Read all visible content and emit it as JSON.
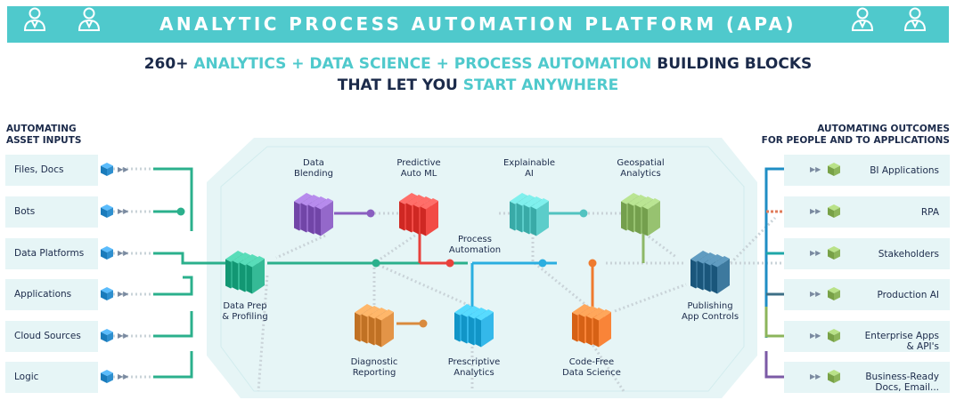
{
  "banner": {
    "title": "ANALYTIC PROCESS AUTOMATION PLATFORM (APA)"
  },
  "headline": {
    "line1_a": "260+ ",
    "line1_b": "ANALYTICS + DATA SCIENCE + PROCESS AUTOMATION",
    "line1_c": " BUILDING BLOCKS",
    "line2_a": "THAT LET YOU ",
    "line2_b": "START ANYWHERE"
  },
  "inputs": {
    "heading_line1": "AUTOMATING",
    "heading_line2": "ASSET INPUTS",
    "items": [
      "Files, Docs",
      "Bots",
      "Data Platforms",
      "Applications",
      "Cloud Sources",
      "Logic"
    ]
  },
  "outputs": {
    "heading_line1": "AUTOMATING OUTCOMES",
    "heading_line2": "FOR PEOPLE AND TO APPLICATIONS",
    "items": [
      {
        "line1": "BI Applications",
        "line2": "",
        "color": "#1f8ec4"
      },
      {
        "line1": "RPA",
        "line2": "",
        "color": "#e07b5a"
      },
      {
        "line1": "Stakeholders",
        "line2": "",
        "color": "#1fa7a8"
      },
      {
        "line1": "Production AI",
        "line2": "",
        "color": "#3d6f86"
      },
      {
        "line1": "Enterprise Apps",
        "line2": "& API's",
        "color": "#8cb55b"
      },
      {
        "line1": "Business-Ready",
        "line2": "Docs, Email...",
        "color": "#7b5aa6"
      }
    ]
  },
  "nodes": [
    {
      "id": "blending",
      "line1": "Data",
      "line2": "Blending",
      "color": "#8a5ec0",
      "icon": "cube-stack-icon"
    },
    {
      "id": "predictive",
      "line1": "Predictive",
      "line2": "Auto ML",
      "color": "#e8413c",
      "icon": "cube-stack-icon"
    },
    {
      "id": "explainable",
      "line1": "Explainable",
      "line2": "AI",
      "color": "#52c3c0",
      "icon": "cube-stack-icon"
    },
    {
      "id": "geospatial",
      "line1": "Geospatial",
      "line2": "Analytics",
      "color": "#8db866",
      "icon": "cube-stack-icon"
    },
    {
      "id": "prep",
      "line1": "Data Prep",
      "line2": "& Profiling",
      "color": "#2bb08c",
      "icon": "cube-stack-icon"
    },
    {
      "id": "process",
      "line1": "Process",
      "line2": "Automation",
      "color": "",
      "icon": ""
    },
    {
      "id": "diagnostic",
      "line1": "Diagnostic",
      "line2": "Reporting",
      "color": "#d98a3d",
      "icon": "cube-stack-icon"
    },
    {
      "id": "prescriptive",
      "line1": "Prescriptive",
      "line2": "Analytics",
      "color": "#2aaee0",
      "icon": "cube-stack-icon"
    },
    {
      "id": "codefree",
      "line1": "Code-Free",
      "line2": "Data Science",
      "color": "#ef7a2e",
      "icon": "cube-stack-icon"
    },
    {
      "id": "publishing",
      "line1": "Publishing",
      "line2": "App Controls",
      "color": "#336f94",
      "icon": "cube-stack-icon"
    }
  ],
  "colors": {
    "accent": "#4fc9cc",
    "navy": "#1b2a4a",
    "panel": "#e6f5f6"
  }
}
